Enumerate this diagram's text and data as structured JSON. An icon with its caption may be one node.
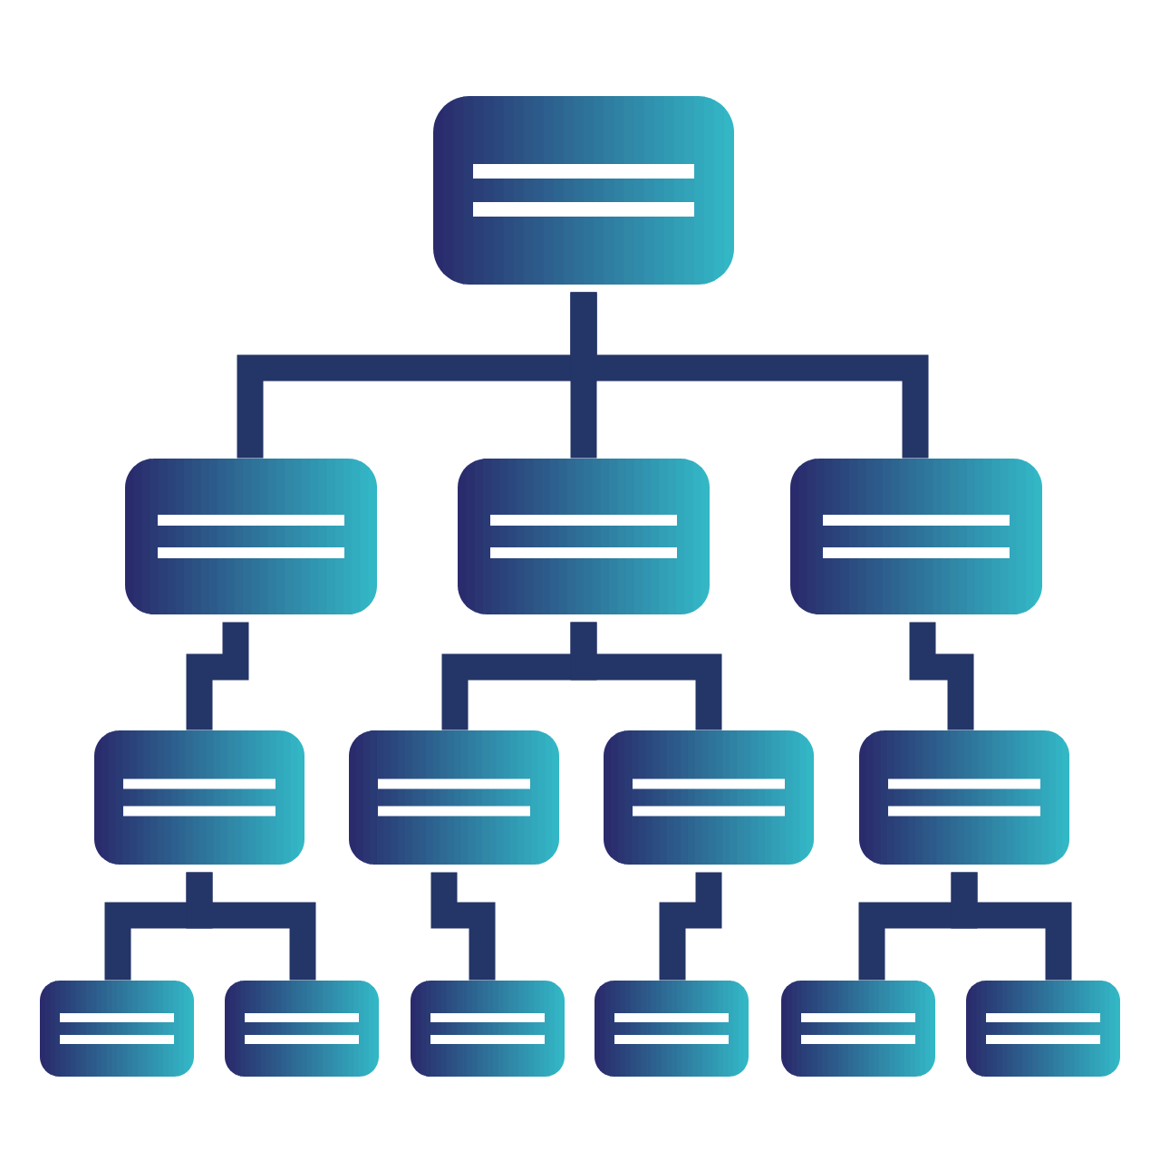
{
  "diagram": {
    "nodes": [
      {
        "text": [],
        "shape": "box"
      },
      {
        "text": [],
        "shape": "box"
      },
      {
        "text": [],
        "shape": "box"
      },
      {
        "text": [],
        "shape": "box"
      },
      {
        "text": [],
        "shape": "box"
      },
      {
        "text": [],
        "shape": "box"
      },
      {
        "text": [],
        "shape": "box"
      },
      {
        "text": [],
        "shape": "box"
      },
      {
        "text": [],
        "shape": "box"
      },
      {
        "text": [],
        "shape": "box"
      },
      {
        "text": [],
        "shape": "box"
      },
      {
        "text": [],
        "shape": "box"
      },
      {
        "text": [],
        "shape": "box"
      },
      {
        "text": [],
        "shape": "box"
      }
    ],
    "edges": [
      {
        "from": 0,
        "to": 1,
        "arrow": "none"
      },
      {
        "from": 0,
        "to": 2,
        "arrow": "none"
      },
      {
        "from": 0,
        "to": 3,
        "arrow": "none"
      },
      {
        "from": 1,
        "to": 4,
        "arrow": "none"
      },
      {
        "from": 2,
        "to": 5,
        "arrow": "none"
      },
      {
        "from": 2,
        "to": 6,
        "arrow": "none"
      },
      {
        "from": 3,
        "to": 7,
        "arrow": "none"
      },
      {
        "from": 4,
        "to": 8,
        "arrow": "none"
      },
      {
        "from": 4,
        "to": 9,
        "arrow": "none"
      },
      {
        "from": 5,
        "to": 10,
        "arrow": "none"
      },
      {
        "from": 6,
        "to": 11,
        "arrow": "none"
      },
      {
        "from": 7,
        "to": 12,
        "arrow": "none"
      },
      {
        "from": 7,
        "to": 13,
        "arrow": "none"
      }
    ]
  }
}
